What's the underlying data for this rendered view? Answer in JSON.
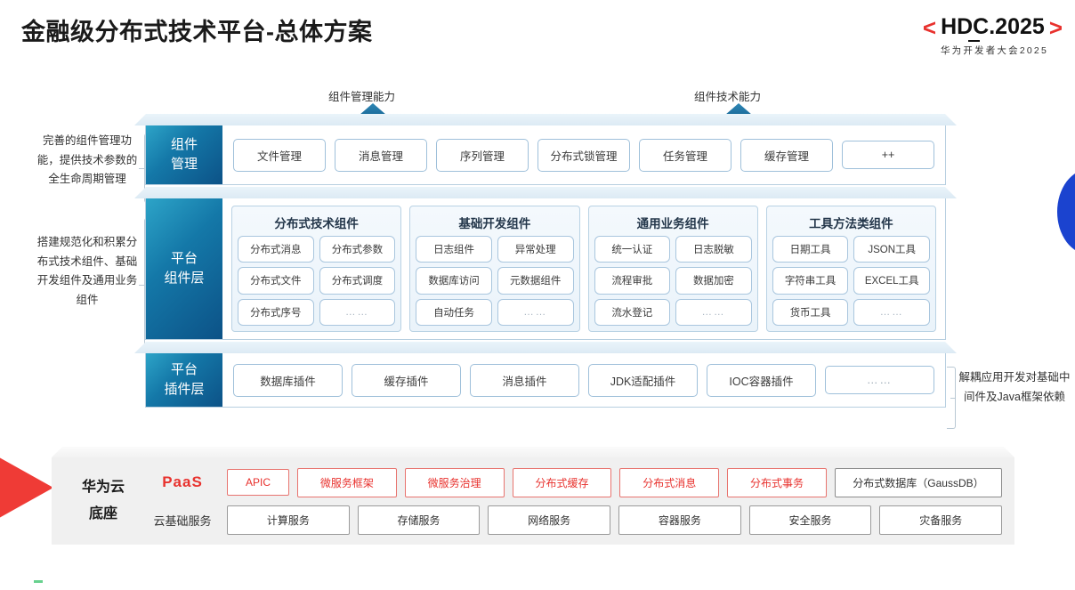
{
  "header": {
    "title": "金融级分布式技术平台-总体方案",
    "logo_bracket_left": "<",
    "logo_bracket_right": ">",
    "logo_main": "HDC.2025",
    "logo_sub": "华为开发者大会2025"
  },
  "colors": {
    "accent_red": "#e8322e",
    "accent_blue": "#1478a8",
    "deep_blue": "#0c5287",
    "base_gray": "#f0f0f0",
    "decor_blue": "#1b43cf"
  },
  "capability_labels": {
    "left": "组件管理能力",
    "right": "组件技术能力"
  },
  "side_notes": {
    "note1": "完善的组件管理功能，提供技术参数的全生命周期管理",
    "note2": "搭建规范化和积累分布式技术组件、基础开发组件及通用业务组件",
    "note_right": "解耦应用开发对基础中间件及Java框架依赖"
  },
  "layers": {
    "component_management": {
      "tag_line1": "组件",
      "tag_line2": "管理",
      "items": [
        "文件管理",
        "消息管理",
        "序列管理",
        "分布式锁管理",
        "任务管理",
        "缓存管理",
        "++"
      ]
    },
    "platform_component": {
      "tag_line1": "平台",
      "tag_line2": "组件层",
      "groups": [
        {
          "title": "分布式技术组件",
          "cells": [
            "分布式消息",
            "分布式参数",
            "分布式文件",
            "分布式调度",
            "分布式序号",
            "……"
          ]
        },
        {
          "title": "基础开发组件",
          "cells": [
            "日志组件",
            "异常处理",
            "数据库访问",
            "元数据组件",
            "自动任务",
            "……"
          ]
        },
        {
          "title": "通用业务组件",
          "cells": [
            "统一认证",
            "日志脱敏",
            "流程审批",
            "数据加密",
            "流水登记",
            "……"
          ]
        },
        {
          "title": "工具方法类组件",
          "cells": [
            "日期工具",
            "JSON工具",
            "字符串工具",
            "EXCEL工具",
            "货币工具",
            "……"
          ]
        }
      ]
    },
    "platform_plugin": {
      "tag_line1": "平台",
      "tag_line2": "插件层",
      "items": [
        "数据库插件",
        "缓存插件",
        "消息插件",
        "JDK适配插件",
        "IOC容器插件",
        "……"
      ]
    }
  },
  "base": {
    "title_line1": "华为云",
    "title_line2": "底座",
    "paas_label": "PaaS",
    "cloud_label": "云基础服务",
    "paas_items": [
      {
        "text": "APIC",
        "style": "red"
      },
      {
        "text": "微服务框架",
        "style": "red"
      },
      {
        "text": "微服务治理",
        "style": "red"
      },
      {
        "text": "分布式缓存",
        "style": "red"
      },
      {
        "text": "分布式消息",
        "style": "red"
      },
      {
        "text": "分布式事务",
        "style": "red"
      },
      {
        "text": "分布式数据库（GaussDB）",
        "style": "gray"
      }
    ],
    "cloud_items": [
      "计算服务",
      "存储服务",
      "网络服务",
      "容器服务",
      "安全服务",
      "灾备服务"
    ]
  }
}
